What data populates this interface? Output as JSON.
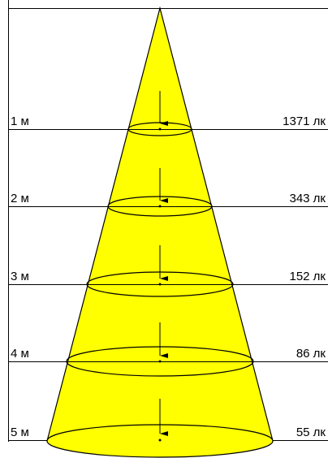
{
  "colors": {
    "cone_fill": "#ffff00",
    "stroke": "#000000",
    "background": "#ffffff"
  },
  "levels": [
    {
      "distance": "1 м",
      "illuminance": "1371 лк"
    },
    {
      "distance": "2 м",
      "illuminance": "343 лк"
    },
    {
      "distance": "3 м",
      "illuminance": "152 лк"
    },
    {
      "distance": "4 м",
      "illuminance": "86 лк"
    },
    {
      "distance": "5 м",
      "illuminance": "55 лк"
    }
  ]
}
